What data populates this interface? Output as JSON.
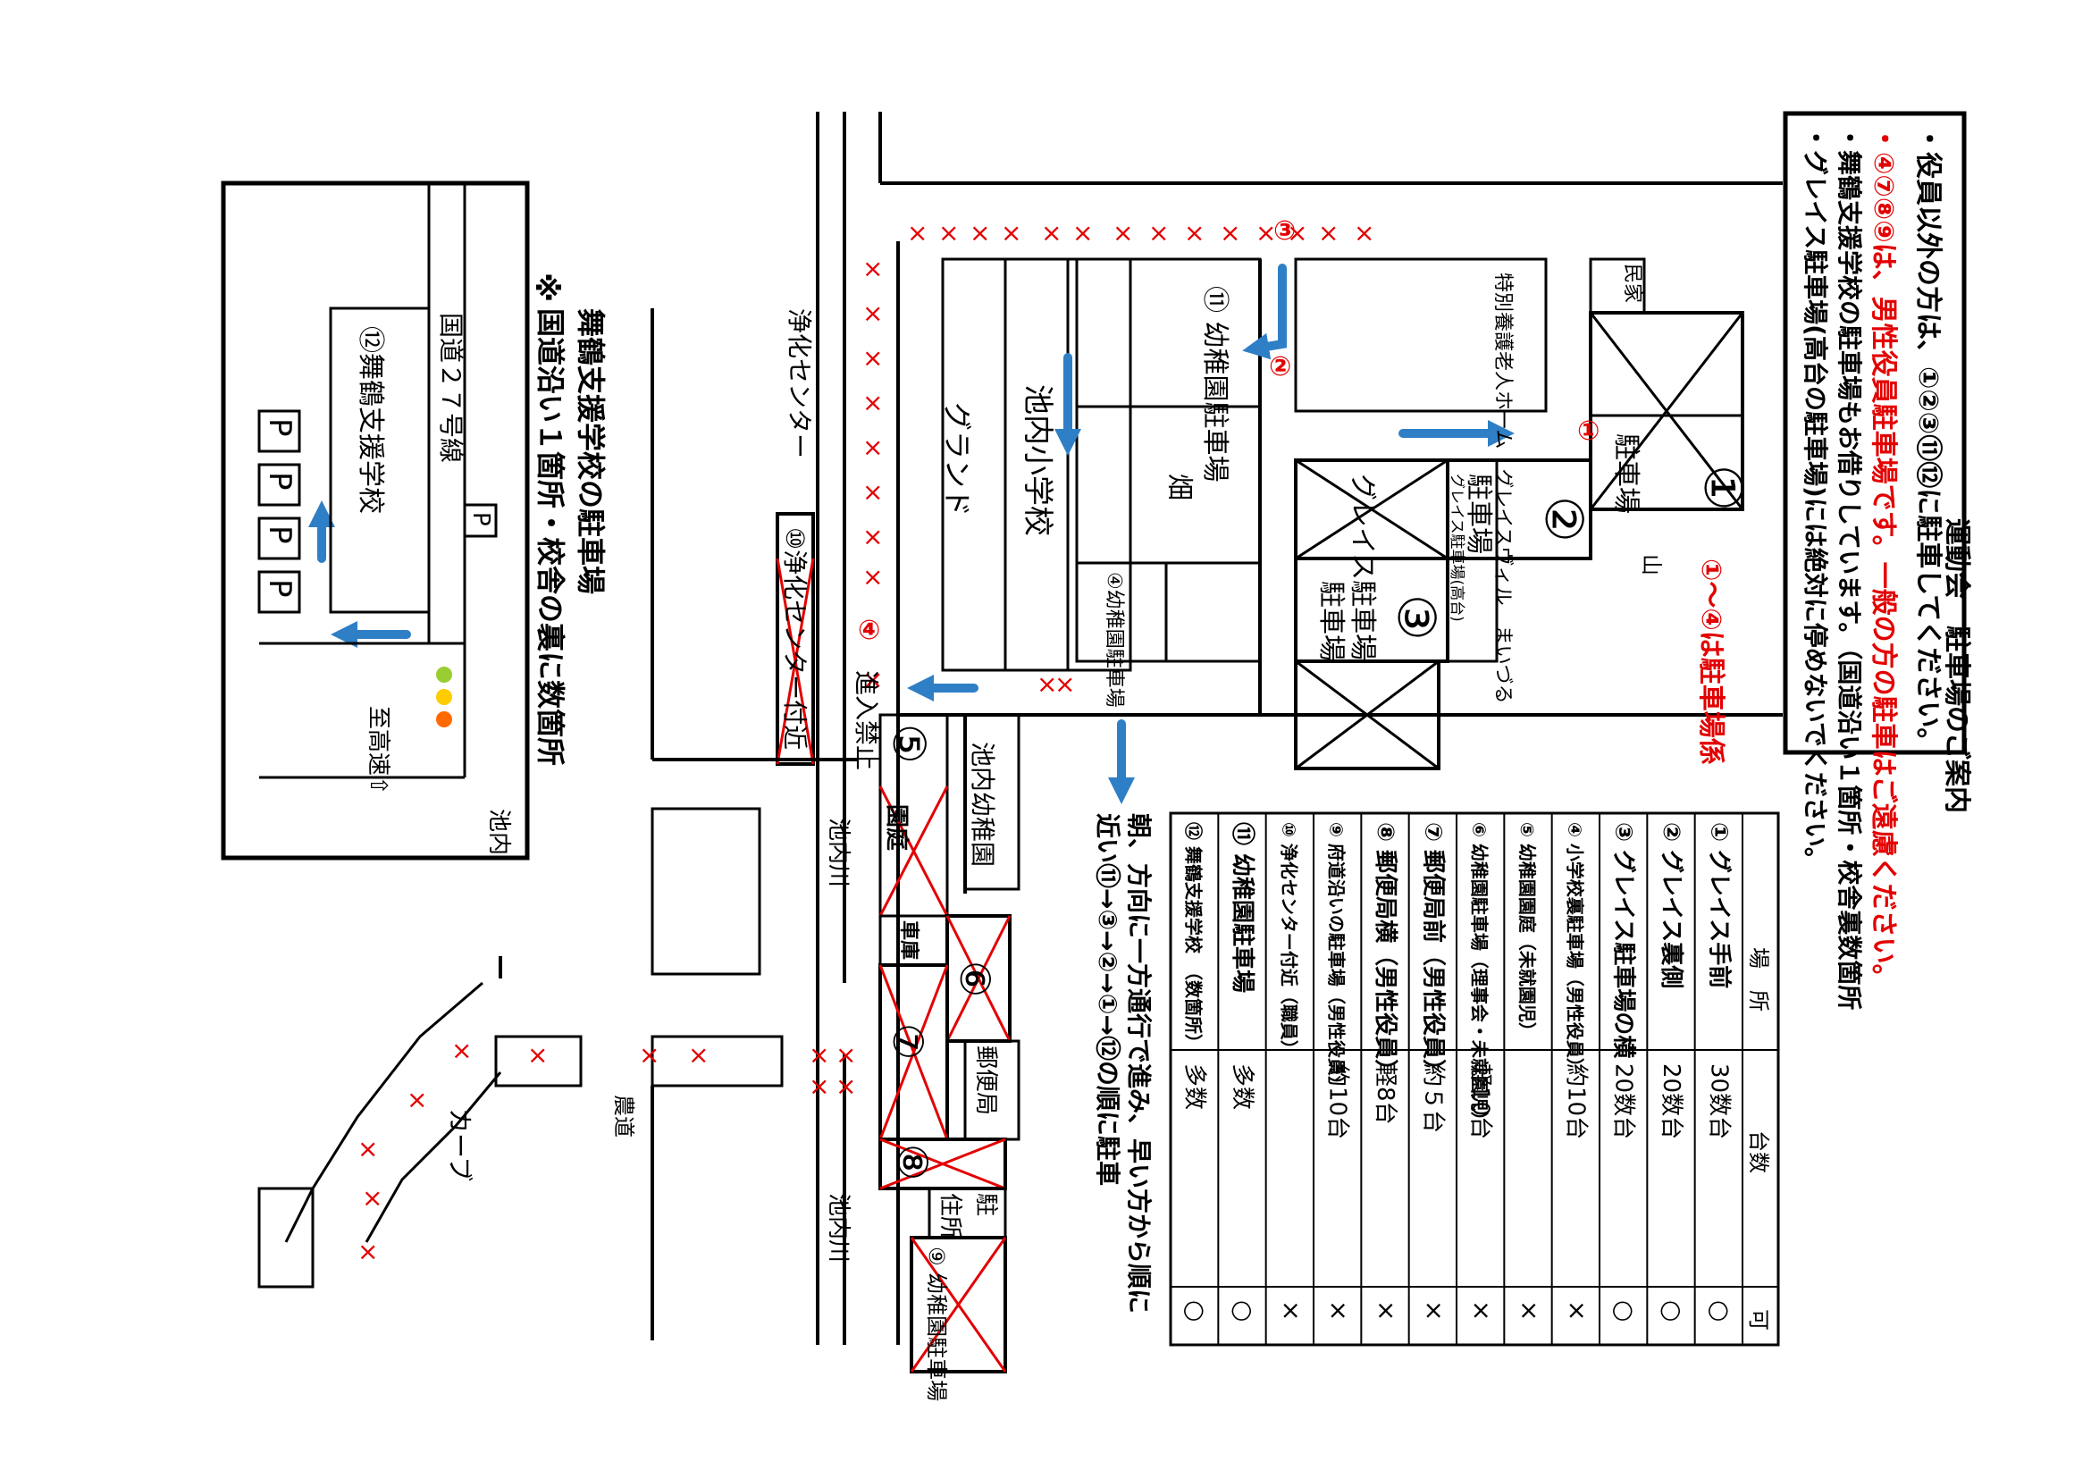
{
  "notice": {
    "title": "運動会　駐車場のご案内",
    "line1": "・役員以外の方は、①②③⑪⑫に駐車してください。",
    "line2": "・④⑦⑧⑨は、男性役員駐車場です。一般の方の駐車はご遠慮ください。",
    "line3": "・舞鶴支援学校の駐車場もお借りしています。（国道沿い１箇所・校舎裏数箇所",
    "line4": "・グレイス駐車場(高台の駐車場)には絶対に停めないでください。"
  },
  "table": {
    "headers": [
      "場　所",
      "台数",
      "可"
    ],
    "rows": [
      {
        "num": "①",
        "place": "グレイス手前",
        "count": "30数台",
        "ok": "○"
      },
      {
        "num": "②",
        "place": "グレイス裏側",
        "count": "20数台",
        "ok": "○"
      },
      {
        "num": "③",
        "place": "グレイス駐車場の横",
        "count": "20数台",
        "ok": "○"
      },
      {
        "num": "④",
        "place": "小学校裏駐車場（男性役員）",
        "count": "約10台",
        "ok": "×"
      },
      {
        "num": "⑤",
        "place": "幼稚園園庭（未就園児）",
        "count": "",
        "ok": "×"
      },
      {
        "num": "⑥",
        "place": "幼稚園駐車場（理事会・未就園児）",
        "count": "軽10台",
        "ok": "×"
      },
      {
        "num": "⑦",
        "place": "郵便局前（男性役員）",
        "count": "約５台",
        "ok": "×"
      },
      {
        "num": "⑧",
        "place": "郵便局横（男性役員）",
        "count": "軽8台",
        "ok": "×"
      },
      {
        "num": "⑨",
        "place": "府道沿いの駐車場（男性役員）",
        "count": "約10台",
        "ok": "×"
      },
      {
        "num": "⑩",
        "place": "浄化センター付近（職員）",
        "count": "",
        "ok": "×"
      },
      {
        "num": "⑪",
        "place": "幼稚園駐車場",
        "count": "多数",
        "ok": "○"
      },
      {
        "num": "⑫",
        "place": "舞鶴支援学校　（数箇所）",
        "count": "多数",
        "ok": "○"
      }
    ]
  },
  "map": {
    "parking_staff_note": "①～④は駐車場係",
    "lot1_num": "①",
    "lot1_label": "駐車場",
    "lot2_num": "②",
    "lot2_label": "駐車場",
    "lot3_num": "③",
    "lot3_label": "駐車場",
    "grace_parking": "グレイス駐車場",
    "grace_small": "グレイス駐車場(高台)",
    "minka": "民家",
    "mountain": "山",
    "nursing_home": "特別養護老人ホーム　グレイスヴィル　まいづる",
    "kindergarten_lot": "⑪ 幼稚園駐車場",
    "field": "畑",
    "school": "池内小学校",
    "ground": "グランド",
    "lot4_label": "④幼稚園駐車場",
    "purification": "浄化センター",
    "lot10": "⑩浄化センター付近",
    "no_entry": "進入禁止",
    "kindergarten": "池内幼稚園",
    "lot5": "⑤",
    "garden": "園庭",
    "parking_kanji": "車庫",
    "lot6": "⑥",
    "post_office": "郵便局",
    "lot7": "⑦",
    "lot8": "⑧",
    "residence": "住所",
    "chuu": "駐",
    "lot9": "⑨ 幼稚園駐車場",
    "river1": "池内川",
    "river2": "池内川",
    "farm_road": "農道",
    "curve": "カーブ",
    "marker1": "①",
    "marker2": "②",
    "marker3": "③",
    "marker4": "④",
    "morning_note": "朝、方向に一方通行で進み、早い方から順に",
    "morning_note2": "近い⑪→③→②→①→⑫の順に駐車"
  },
  "inset": {
    "note_mark": "※",
    "title": "舞鶴支援学校の駐車場",
    "subtitle": "国道沿い１箇所・校舎の裏に数箇所",
    "school": "⑫舞鶴支援学校",
    "road": "国道２７号線",
    "p": "P",
    "to_takahama": "至高速⇧",
    "ikeuchi": "池内"
  }
}
